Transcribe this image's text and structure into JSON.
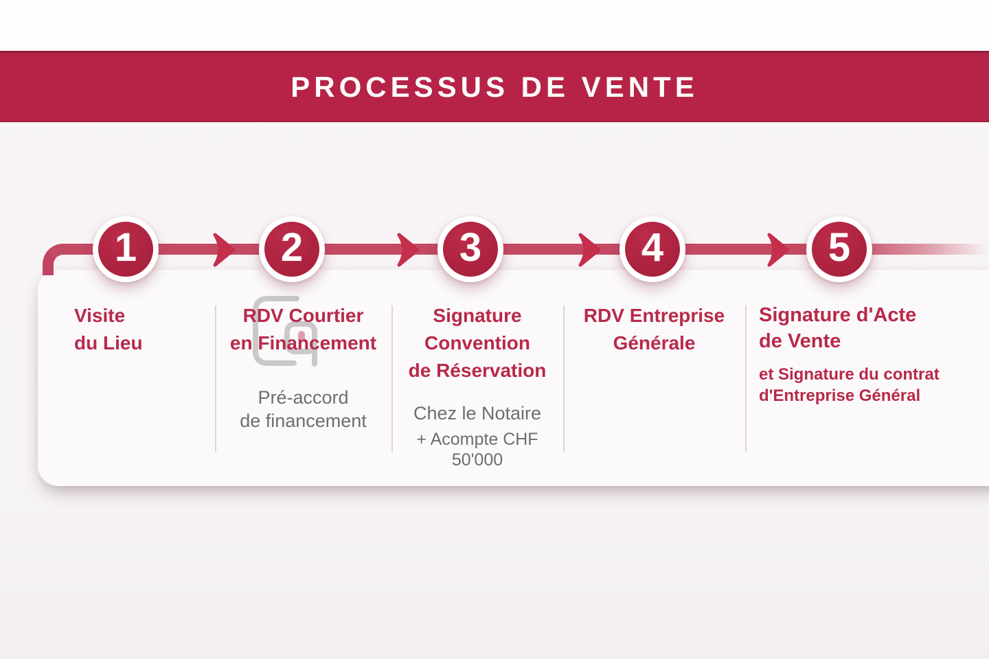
{
  "banner": {
    "title": "PROCESSUS DE VENTE"
  },
  "steps": [
    {
      "number": "1",
      "title": "Visite\ndu Lieu"
    },
    {
      "number": "2",
      "title": "RDV Courtier\nen Financement",
      "note": "Pré-accord\nde financement"
    },
    {
      "number": "3",
      "title": "Signature\nConvention\nde Réservation",
      "note": "Chez le Notaire",
      "extra": "+ Acompte CHF 50'000"
    },
    {
      "number": "4",
      "title": "RDV Entreprise\nGénérale"
    },
    {
      "number": "5",
      "title": "Signature d'Acte\nde Vente",
      "subtitle": "et Signature du contrat\nd'Entreprise Général"
    }
  ],
  "colors": {
    "banner_red": "#b62347",
    "circle_red": "#ae2440",
    "band_red": "#c44a63",
    "arrow_red": "#c42f4c",
    "title_red": "#b8294a",
    "note_gray": "#6f6d71",
    "card_bg": "#fbf9fa",
    "page_bg": "#f7f4f5"
  },
  "icons": {
    "arrow": "arrow-right-icon",
    "watermark": "logo-watermark-icon"
  }
}
